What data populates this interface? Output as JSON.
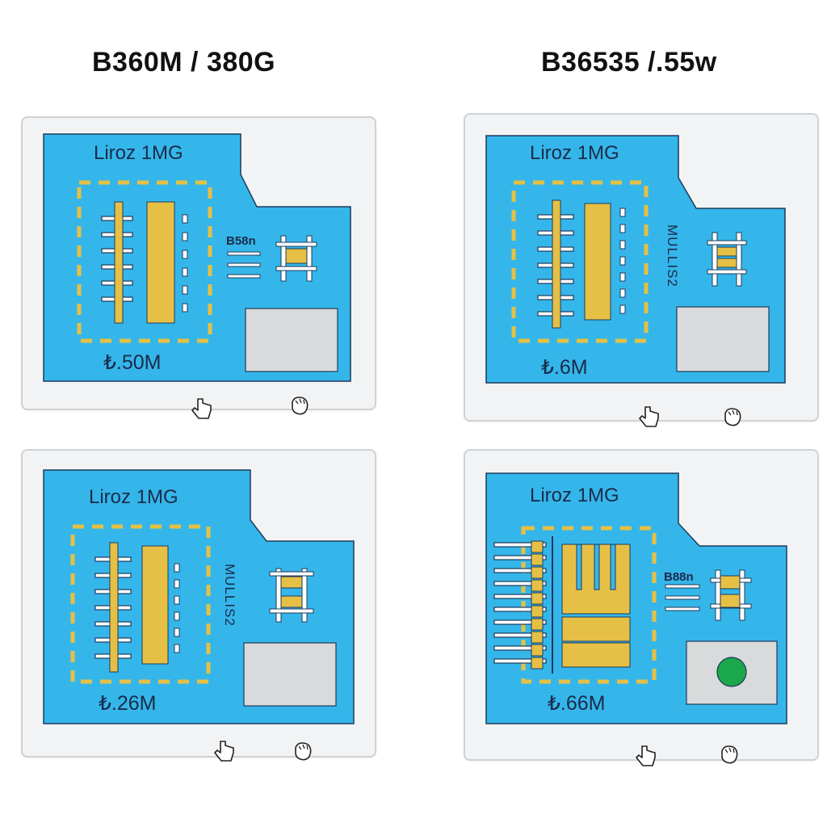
{
  "headings": {
    "left": "B360M / 380G",
    "right": "B36535 /.55w"
  },
  "boards": [
    {
      "chip_label": "Liroz 1MG",
      "value": "₺.50M",
      "side_label": "B58n",
      "side_style": "horizontal"
    },
    {
      "chip_label": "Liroz 1MG",
      "value": "₺.6M",
      "side_label": "MULLIS2",
      "side_style": "vertical"
    },
    {
      "chip_label": "Liroz 1MG",
      "value": "₺.26M",
      "side_label": "MULLIS2",
      "side_style": "vertical"
    },
    {
      "chip_label": "Liroz 1MG",
      "value": "₺.66M",
      "side_label": "B88n",
      "side_style": "horizontal"
    }
  ],
  "colors": {
    "board": "#35b6ea",
    "gold": "#e6c045",
    "outline": "#1d3a5c",
    "card": "#f2f3f4",
    "indicator_green": "#1aa84a"
  },
  "icons": [
    "pointer-hand-icon",
    "grab-hand-icon"
  ]
}
